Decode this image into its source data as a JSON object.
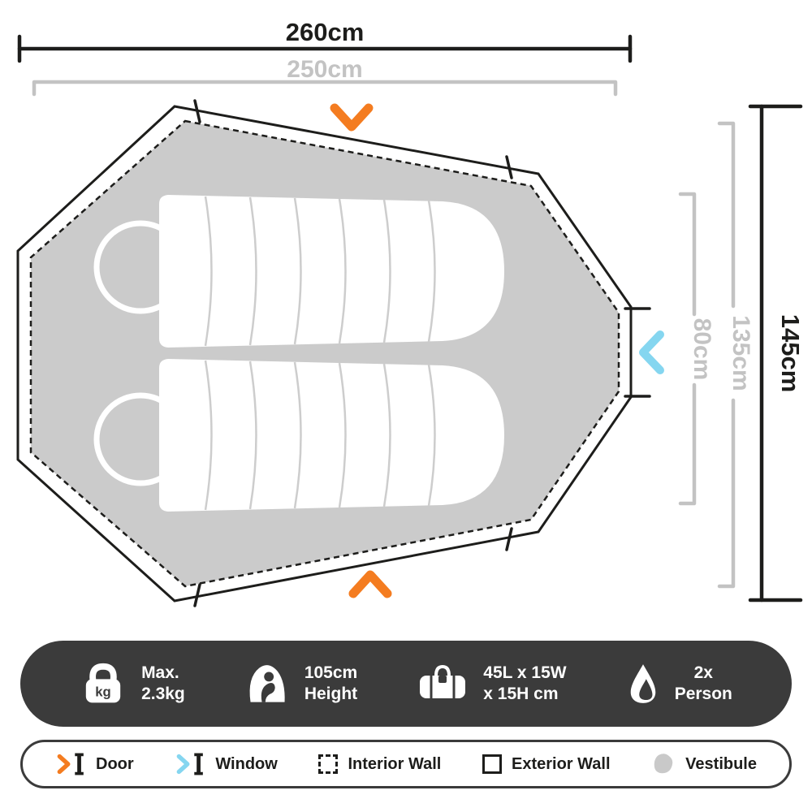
{
  "dimensions": {
    "width_outer": "260cm",
    "width_inner": "250cm",
    "height_outer": "145cm",
    "height_mid": "135cm",
    "height_inner": "80cm"
  },
  "specs": {
    "weight": {
      "icon_label": "kg",
      "line1": "Max.",
      "line2": "2.3kg"
    },
    "peak_height": {
      "line1": "105cm",
      "line2": "Height"
    },
    "packed_size": {
      "line1": "45L x 15W",
      "line2": "x 15H cm"
    },
    "capacity": {
      "line1": "2x",
      "line2": "Person"
    }
  },
  "legend": {
    "door": "Door",
    "window": "Window",
    "interior_wall": "Interior Wall",
    "exterior_wall": "Exterior Wall",
    "vestibule": "Vestibule"
  },
  "colors": {
    "door_accent": "#F47C20",
    "window_accent": "#85D6F0",
    "floor_fill": "#CBCBCB",
    "dimension_gray": "#C3C3C3",
    "bar_background": "#3B3B3B",
    "line_color": "#1D1D1B"
  }
}
